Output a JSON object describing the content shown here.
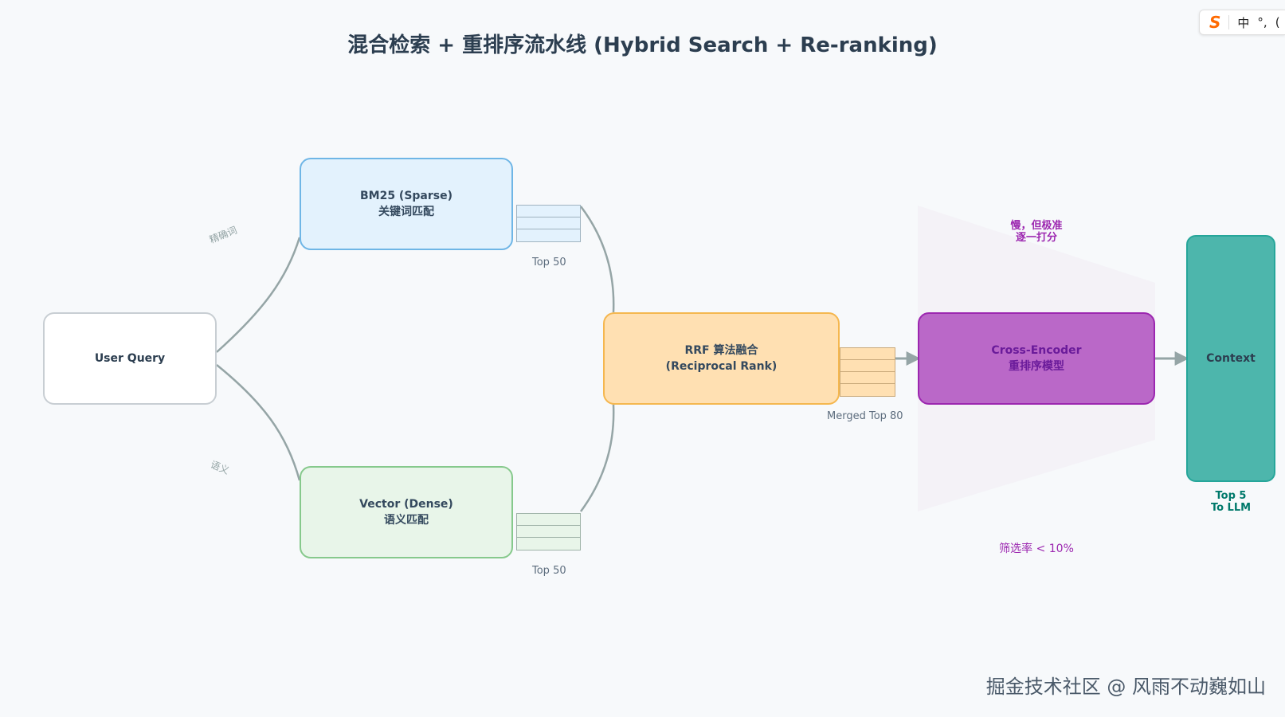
{
  "title": "混合检索 + 重排序流水线 (Hybrid Search + Re-ranking)",
  "nodes": {
    "query": "User Query",
    "bm25": {
      "line1": "BM25 (Sparse)",
      "line2": "关键词匹配"
    },
    "vector": {
      "line1": "Vector (Dense)",
      "line2": "语义匹配"
    },
    "rrf": {
      "line1": "RRF 算法融合",
      "line2": "(Reciprocal Rank)"
    },
    "cross_encoder": {
      "line1": "Cross-Encoder",
      "line2": "重排序模型"
    },
    "context": "Context"
  },
  "edge_labels": {
    "exact": "精确词",
    "semantic": "语义"
  },
  "captions": {
    "top50_bm25": "Top 50",
    "top50_vector": "Top 50",
    "merged": "Merged Top 80"
  },
  "notes": {
    "ce_line1": "慢，但极准",
    "ce_line2": "逐一打分",
    "filter_rate": "筛选率 < 10%",
    "ctx_line1": "Top 5",
    "ctx_line2": "To LLM"
  },
  "toolbar": {
    "logo": "S",
    "lang": "中",
    "punct": "°,",
    "more": "(",
    "icons": [
      "sogou-logo-icon",
      "language-toggle",
      "punctuation-toggle"
    ]
  },
  "watermark": "掘金技术社区 @ 风雨不动巍如山",
  "colors": {
    "bm25": "#e3f2fd",
    "vector": "#e8f5e9",
    "rrf": "#ffe0b2",
    "cross_encoder": "#ba68c8",
    "context": "#4db6ac",
    "connector": "#95a5a6"
  }
}
